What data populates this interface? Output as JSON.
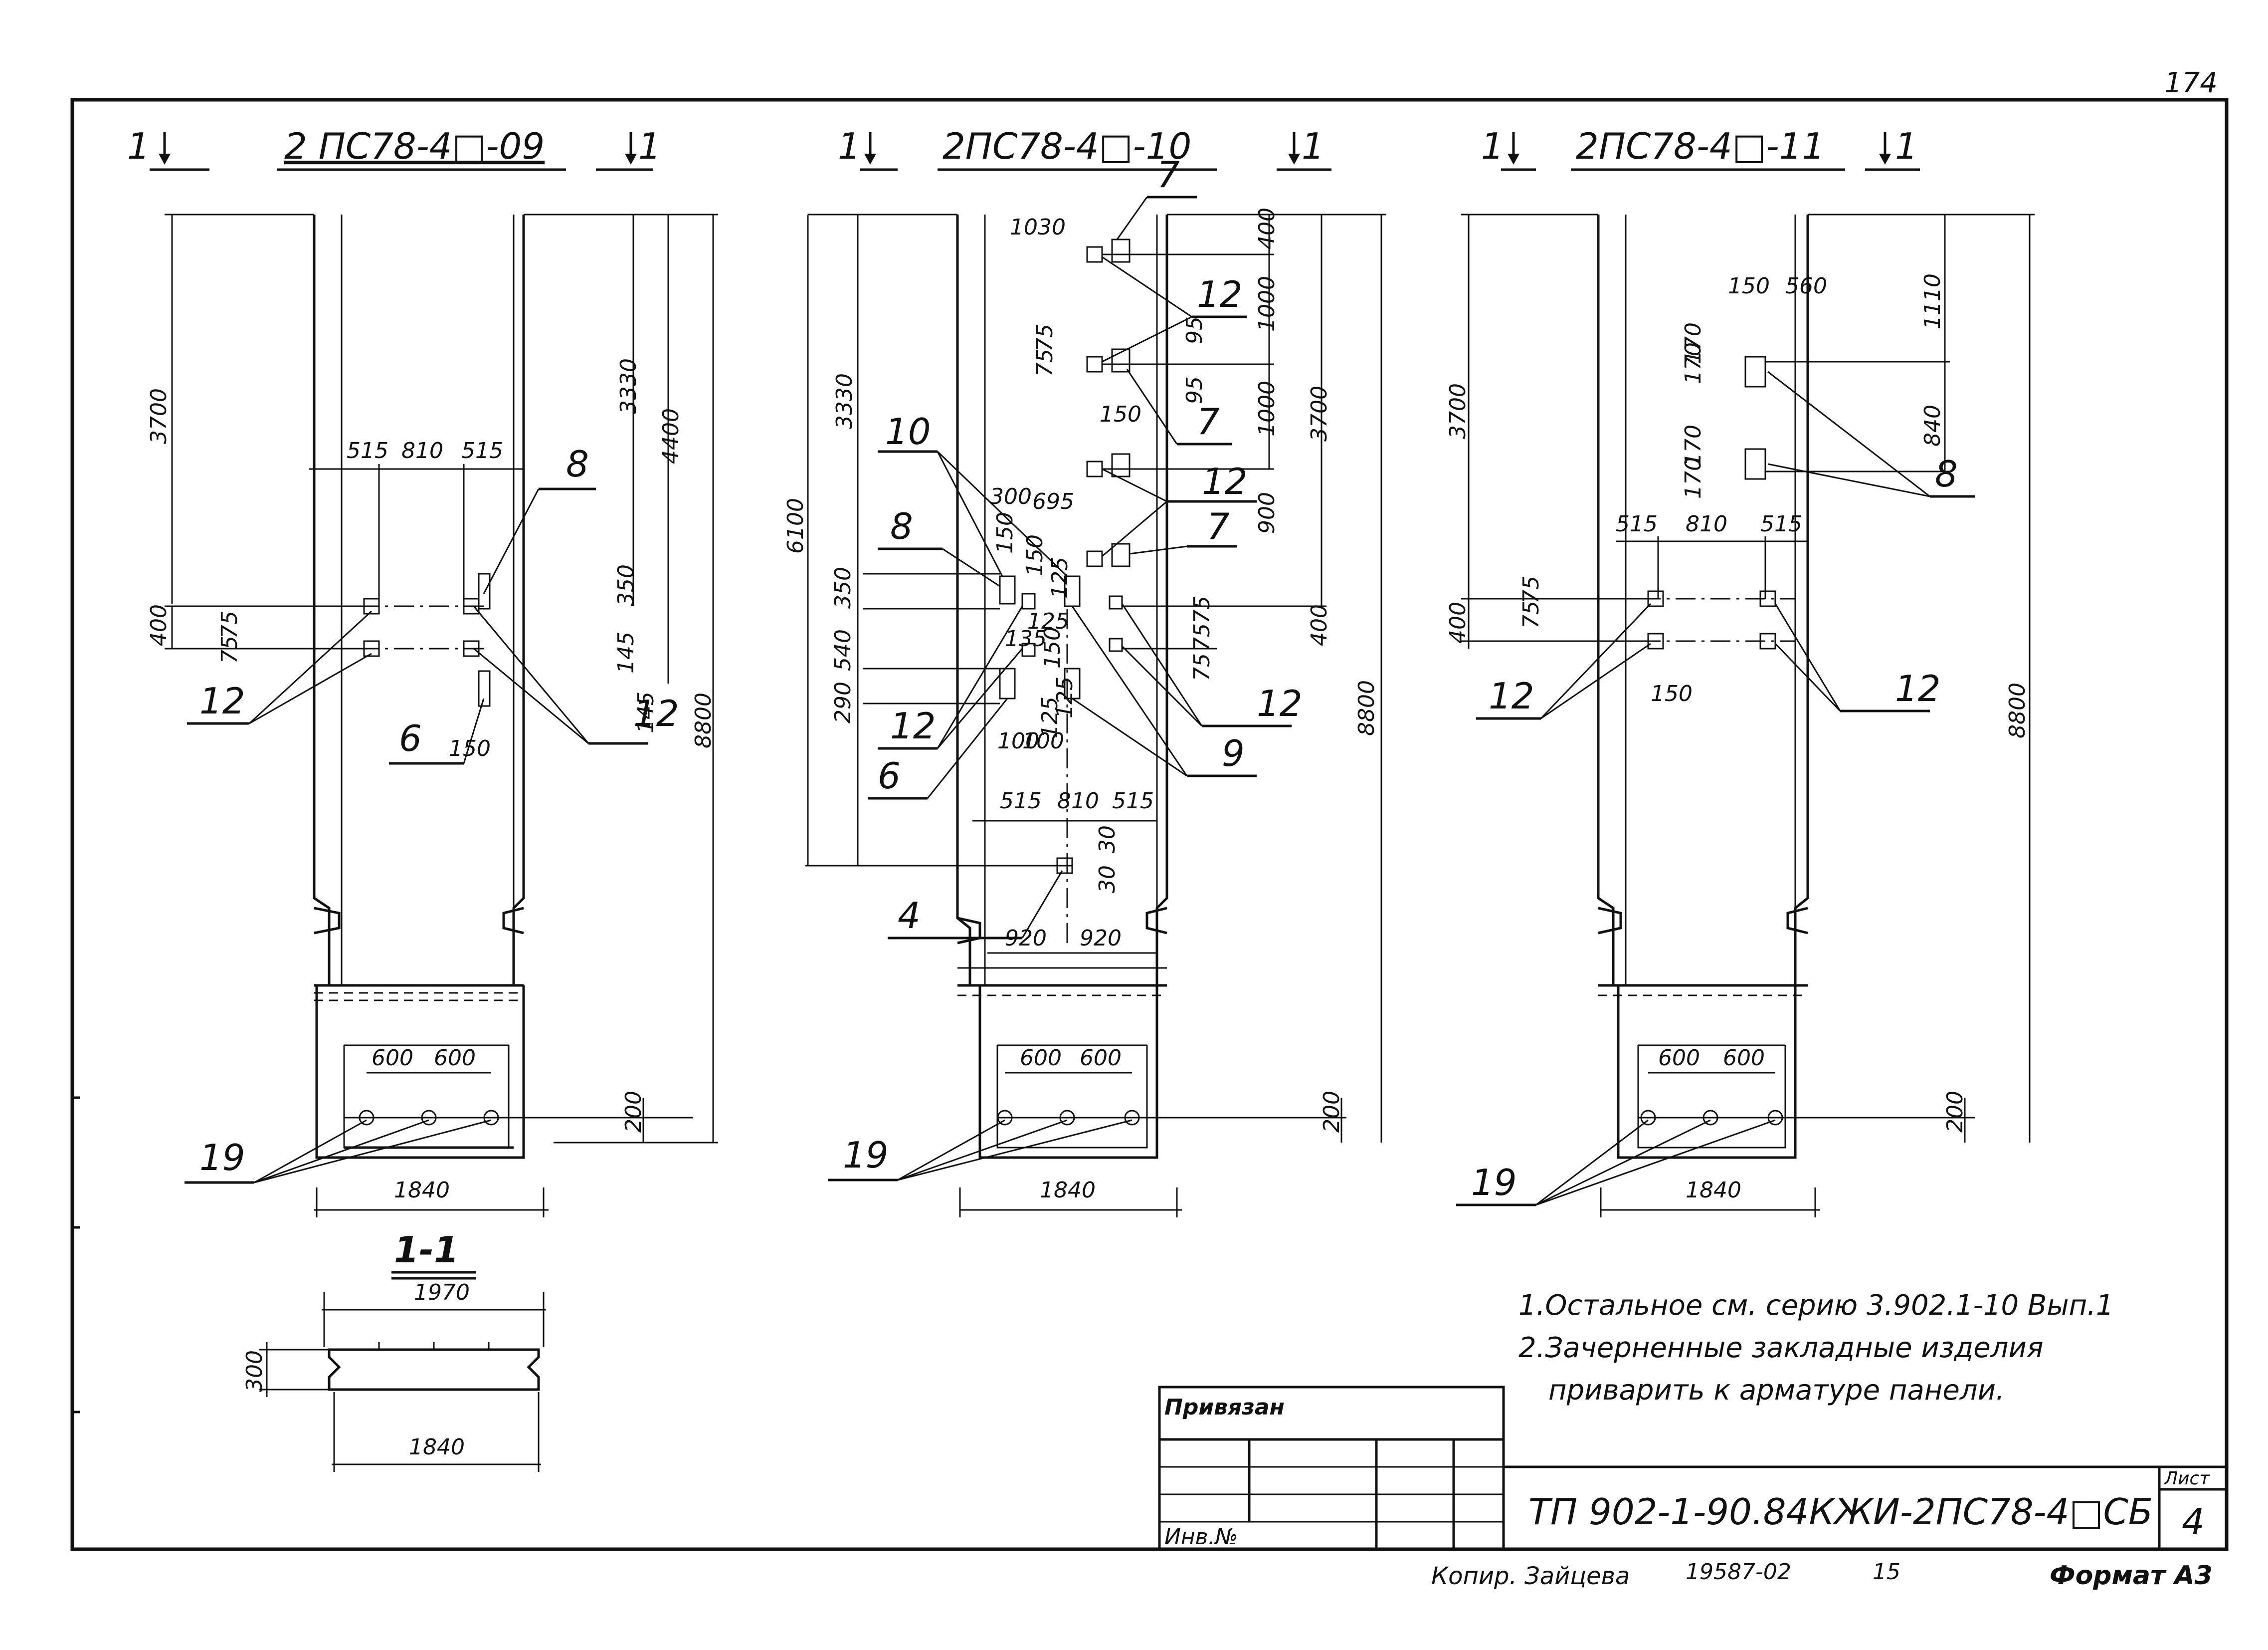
{
  "sheet_number_top": "174",
  "panels": [
    {
      "title": "2 ПС78-4□-09",
      "section_left": "1",
      "section_right": "1"
    },
    {
      "title": "2ПС78-4□-10",
      "section_left": "1",
      "section_right": "1"
    },
    {
      "title": "2ПС78-4□-11",
      "section_left": "1",
      "section_right": "1"
    }
  ],
  "p1": {
    "dims": [
      "3700",
      "400",
      "75",
      "75",
      "75",
      "75",
      "515",
      "810",
      "515",
      "3330",
      "4400",
      "350",
      "145",
      "145",
      "150",
      "8800",
      "600",
      "600",
      "200",
      "1840"
    ],
    "callouts": [
      "8",
      "12",
      "12",
      "6",
      "19"
    ]
  },
  "p2": {
    "dims": [
      "1030",
      "400",
      "1000",
      "1000",
      "900",
      "95",
      "95",
      "75",
      "75",
      "150",
      "3330",
      "3700",
      "6100",
      "300",
      "695",
      "150",
      "125",
      "350",
      "540",
      "290",
      "135",
      "125",
      "150",
      "75",
      "75",
      "75",
      "400",
      "100",
      "100",
      "125",
      "125",
      "515",
      "810",
      "515",
      "30",
      "30",
      "920",
      "920",
      "600",
      "600",
      "8800",
      "200",
      "1840"
    ],
    "callouts": [
      "7",
      "12",
      "7",
      "12",
      "7",
      "10",
      "8",
      "12",
      "6",
      "12",
      "9",
      "4",
      "19"
    ]
  },
  "p3": {
    "dims": [
      "1110",
      "150",
      "560",
      "170",
      "170",
      "840",
      "170",
      "170",
      "3700",
      "400",
      "75",
      "75",
      "515",
      "810",
      "515",
      "150",
      "8800",
      "600",
      "600",
      "200",
      "1840"
    ],
    "callouts": [
      "8",
      "12",
      "12",
      "19"
    ]
  },
  "section": {
    "title": "1-1",
    "dim_top": "1970",
    "dim_left": "300",
    "dim_bottom": "1840"
  },
  "notes": [
    "1.Остальное см. серию 3.902.1-10 Вып.1",
    "2.Зачерненные закладные изделия",
    "приварить к арматуре панели."
  ],
  "title_block": {
    "bound_label": "Привязан",
    "inv_label": "Инв.№",
    "doc_code": "ТП 902-1-90.84КЖИ-2ПС78-4□СБ",
    "sheet_label": "Лист",
    "sheet_value": "4"
  },
  "footer": {
    "copied": "Копир. Зайцева",
    "order": "19587-02",
    "num": "15",
    "format": "Формат А3"
  }
}
